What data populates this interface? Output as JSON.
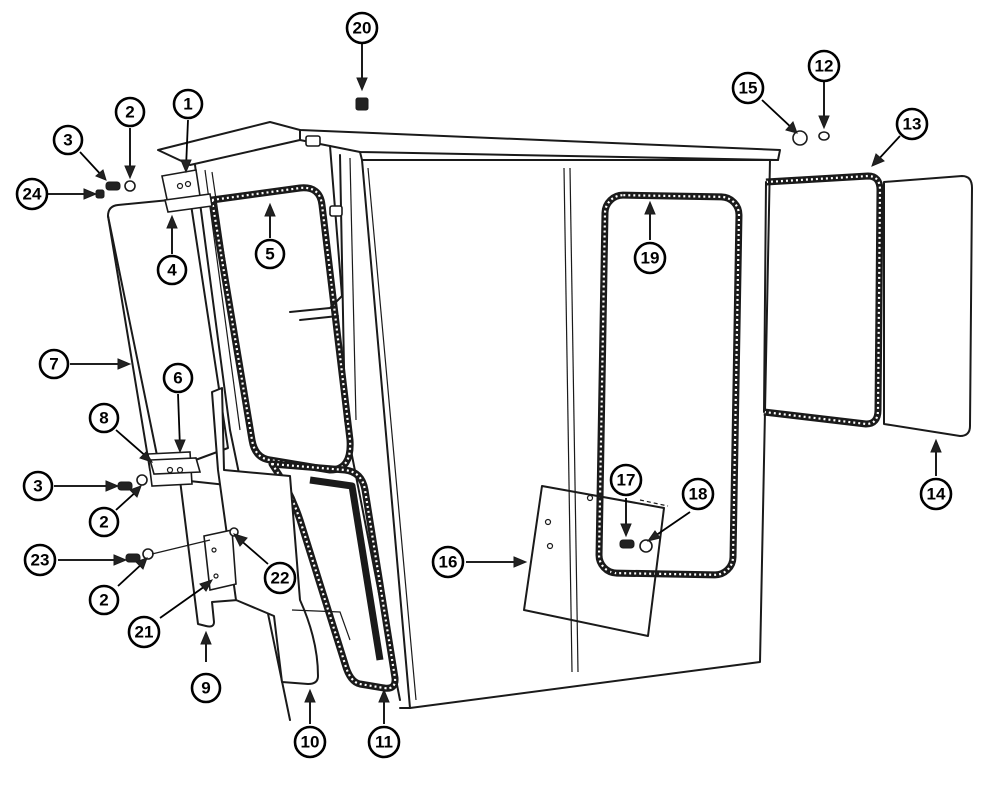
{
  "diagram": {
    "callouts": [
      {
        "id": "c1",
        "label": "1"
      },
      {
        "id": "c2a",
        "label": "2"
      },
      {
        "id": "c3a",
        "label": "3"
      },
      {
        "id": "c24",
        "label": "24"
      },
      {
        "id": "c4",
        "label": "4"
      },
      {
        "id": "c5",
        "label": "5"
      },
      {
        "id": "c7",
        "label": "7"
      },
      {
        "id": "c6",
        "label": "6"
      },
      {
        "id": "c8",
        "label": "8"
      },
      {
        "id": "c3b",
        "label": "3"
      },
      {
        "id": "c2b",
        "label": "2"
      },
      {
        "id": "c23",
        "label": "23"
      },
      {
        "id": "c2c",
        "label": "2"
      },
      {
        "id": "c21",
        "label": "21"
      },
      {
        "id": "c22",
        "label": "22"
      },
      {
        "id": "c9",
        "label": "9"
      },
      {
        "id": "c10",
        "label": "10"
      },
      {
        "id": "c11",
        "label": "11"
      },
      {
        "id": "c16",
        "label": "16"
      },
      {
        "id": "c17",
        "label": "17"
      },
      {
        "id": "c18",
        "label": "18"
      },
      {
        "id": "c19",
        "label": "19"
      },
      {
        "id": "c20",
        "label": "20"
      },
      {
        "id": "c15",
        "label": "15"
      },
      {
        "id": "c12",
        "label": "12"
      },
      {
        "id": "c13",
        "label": "13"
      },
      {
        "id": "c14",
        "label": "14"
      }
    ]
  }
}
